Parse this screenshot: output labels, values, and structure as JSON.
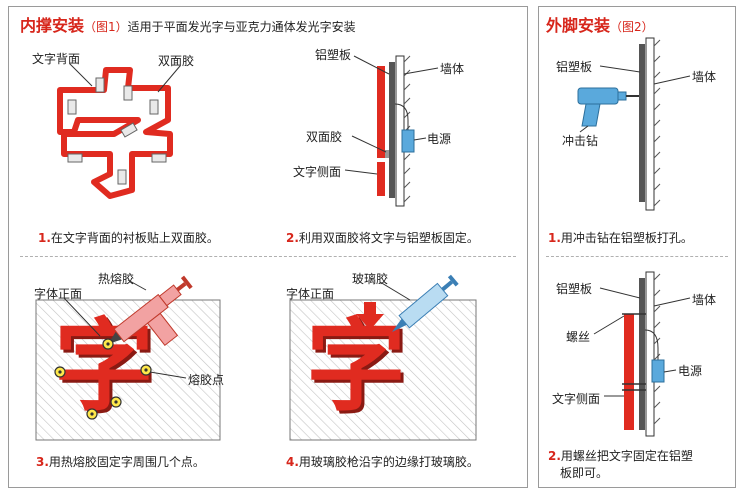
{
  "left_panel": {
    "title": "内撑安装",
    "fig": "（图1）",
    "subtitle": "适用于平面发光字与亚克力通体发光字安装",
    "tl": {
      "labels": {
        "back": "文字背面",
        "tape": "双面胶"
      },
      "step_num": "1.",
      "step_text": "在文字背面的衬板贴上双面胶。"
    },
    "tr": {
      "labels": {
        "board": "铝塑板",
        "wall": "墙体",
        "tape": "双面胶",
        "power": "电源",
        "side": "文字侧面"
      },
      "step_num": "2.",
      "step_text": "利用双面胶将文字与铝塑板固定。"
    },
    "bl": {
      "labels": {
        "front": "字体正面",
        "hotglue": "热熔胶",
        "points": "熔胶点"
      },
      "char": "字",
      "step_num": "3.",
      "step_text": "用热熔胶固定字周围几个点。"
    },
    "br": {
      "labels": {
        "front": "字体正面",
        "glass": "玻璃胶"
      },
      "char": "字",
      "step_num": "4.",
      "step_text": "用玻璃胶枪沿字的边缘打玻璃胶。"
    }
  },
  "right_panel": {
    "title": "外脚安装",
    "fig": "（图2）",
    "top": {
      "labels": {
        "board": "铝塑板",
        "wall": "墙体",
        "drill": "冲击钻"
      },
      "step_num": "1.",
      "step_text": "用冲击钻在铝塑板打孔。"
    },
    "bottom": {
      "labels": {
        "board": "铝塑板",
        "wall": "墙体",
        "screw": "螺丝",
        "power": "电源",
        "side": "文字侧面"
      },
      "step_num": "2.",
      "step_text_1": "用螺丝把文字固定在铝塑",
      "step_text_2": "板即可。"
    }
  },
  "colors": {
    "accent_red": "#d7261b",
    "power_blue": "#5aa9dc",
    "board_gray": "#555555"
  }
}
